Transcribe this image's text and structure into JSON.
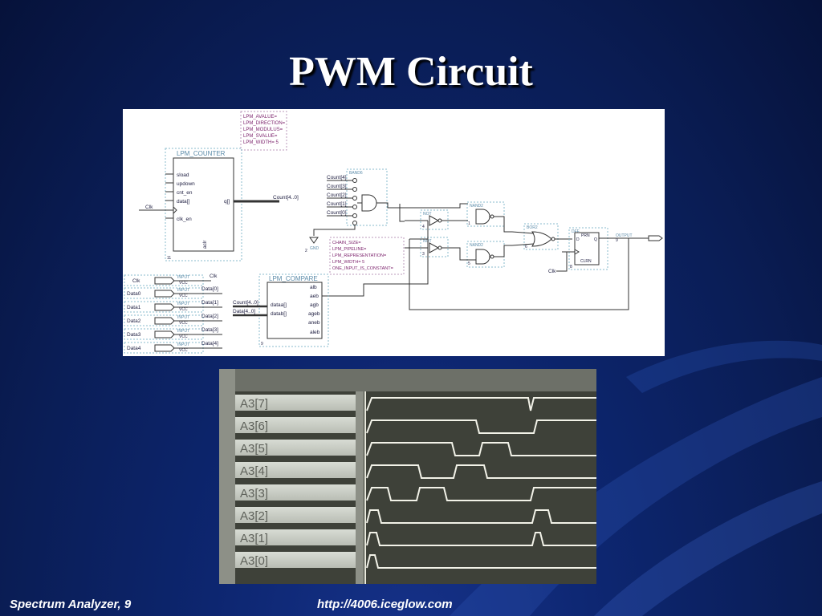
{
  "slide": {
    "title": "PWM Circuit",
    "footer_left": "Spectrum Analyzer, 9",
    "footer_url": "http://4006.iceglow.com"
  },
  "colors": {
    "background": "#0d2670",
    "schematic_bg": "#ffffff",
    "schematic_label": "#5a8aa8",
    "schematic_param": "#7a1f6a",
    "scope_bg": "#3e4139",
    "scope_trace": "#f2f2e8"
  },
  "schematic": {
    "lpm_params": [
      "LPM_AVALUE=",
      "LPM_DIRECTION=",
      "LPM_MODULUS=",
      "LPM_SVALUE=",
      "LPM_WIDTH= 5"
    ],
    "counter": {
      "title": "LPM_COUNTER",
      "inputs": [
        "sload",
        "updown",
        "cnt_en",
        "data[]",
        "clk_en"
      ],
      "output": "q[]",
      "bottom_pin": "aclr",
      "instance": "11",
      "clk_label": "Clk",
      "bus_label": "Count[4..0]"
    },
    "band": {
      "title": "BAND6",
      "inputs": [
        "Count[4]",
        "Count[3]",
        "Count[2]",
        "Count[1]",
        "Count[0]"
      ]
    },
    "gnd_label": "GND",
    "gnd_instance": "2",
    "not_gates": [
      {
        "title": "NOT",
        "instance": "4"
      },
      {
        "title": "NOT",
        "instance": "3"
      }
    ],
    "nand_gates": [
      {
        "title": "NAND2",
        "instance": "1"
      },
      {
        "title": "NAND2",
        "instance": "5"
      }
    ],
    "nor_gate": {
      "title": "BOR2",
      "instance": "6"
    },
    "dff": {
      "title": "DFF",
      "pins": [
        "D",
        "PRN",
        "Q",
        "CLRN"
      ],
      "instance": "8"
    },
    "output_label": "OUTPUT",
    "output_sub": "9",
    "clk_label_2": "Clk",
    "compare_params": [
      "CHAIN_SIZE=",
      "LPM_PIPELINE=",
      "LPM_REPRESENTATION=",
      "LPM_WIDTH= 5",
      "ONE_INPUT_IS_CONSTANT="
    ],
    "compare": {
      "title": "LPM_COMPARE",
      "inputs": [
        "dataa[]",
        "datab[]"
      ],
      "outputs": [
        "alb",
        "aeb",
        "agb",
        "ageb",
        "aneb",
        "aleb"
      ],
      "instance": "9",
      "bus_a": "Count[4..0]",
      "bus_b": "Data[4..0]"
    },
    "input_pins": [
      {
        "name": "Clk",
        "kind": "INPUT",
        "vcc": "VCC",
        "net": "Clk"
      },
      {
        "name": "Data0",
        "kind": "INPUT",
        "vcc": "VCC",
        "net": "Data[0]"
      },
      {
        "name": "Data1",
        "kind": "INPUT",
        "vcc": "VCC",
        "net": "Data[1]"
      },
      {
        "name": "Data2",
        "kind": "INPUT",
        "vcc": "VCC",
        "net": "Data[2]"
      },
      {
        "name": "Data3",
        "kind": "INPUT",
        "vcc": "VCC",
        "net": "Data[3]"
      },
      {
        "name": "Data4",
        "kind": "INPUT",
        "vcc": "VCC",
        "net": "Data[4]"
      }
    ]
  },
  "scope": {
    "channels": [
      "A3[7]",
      "A3[6]",
      "A3[5]",
      "A3[4]",
      "A3[3]",
      "A3[2]",
      "A3[1]",
      "A3[0]"
    ]
  }
}
